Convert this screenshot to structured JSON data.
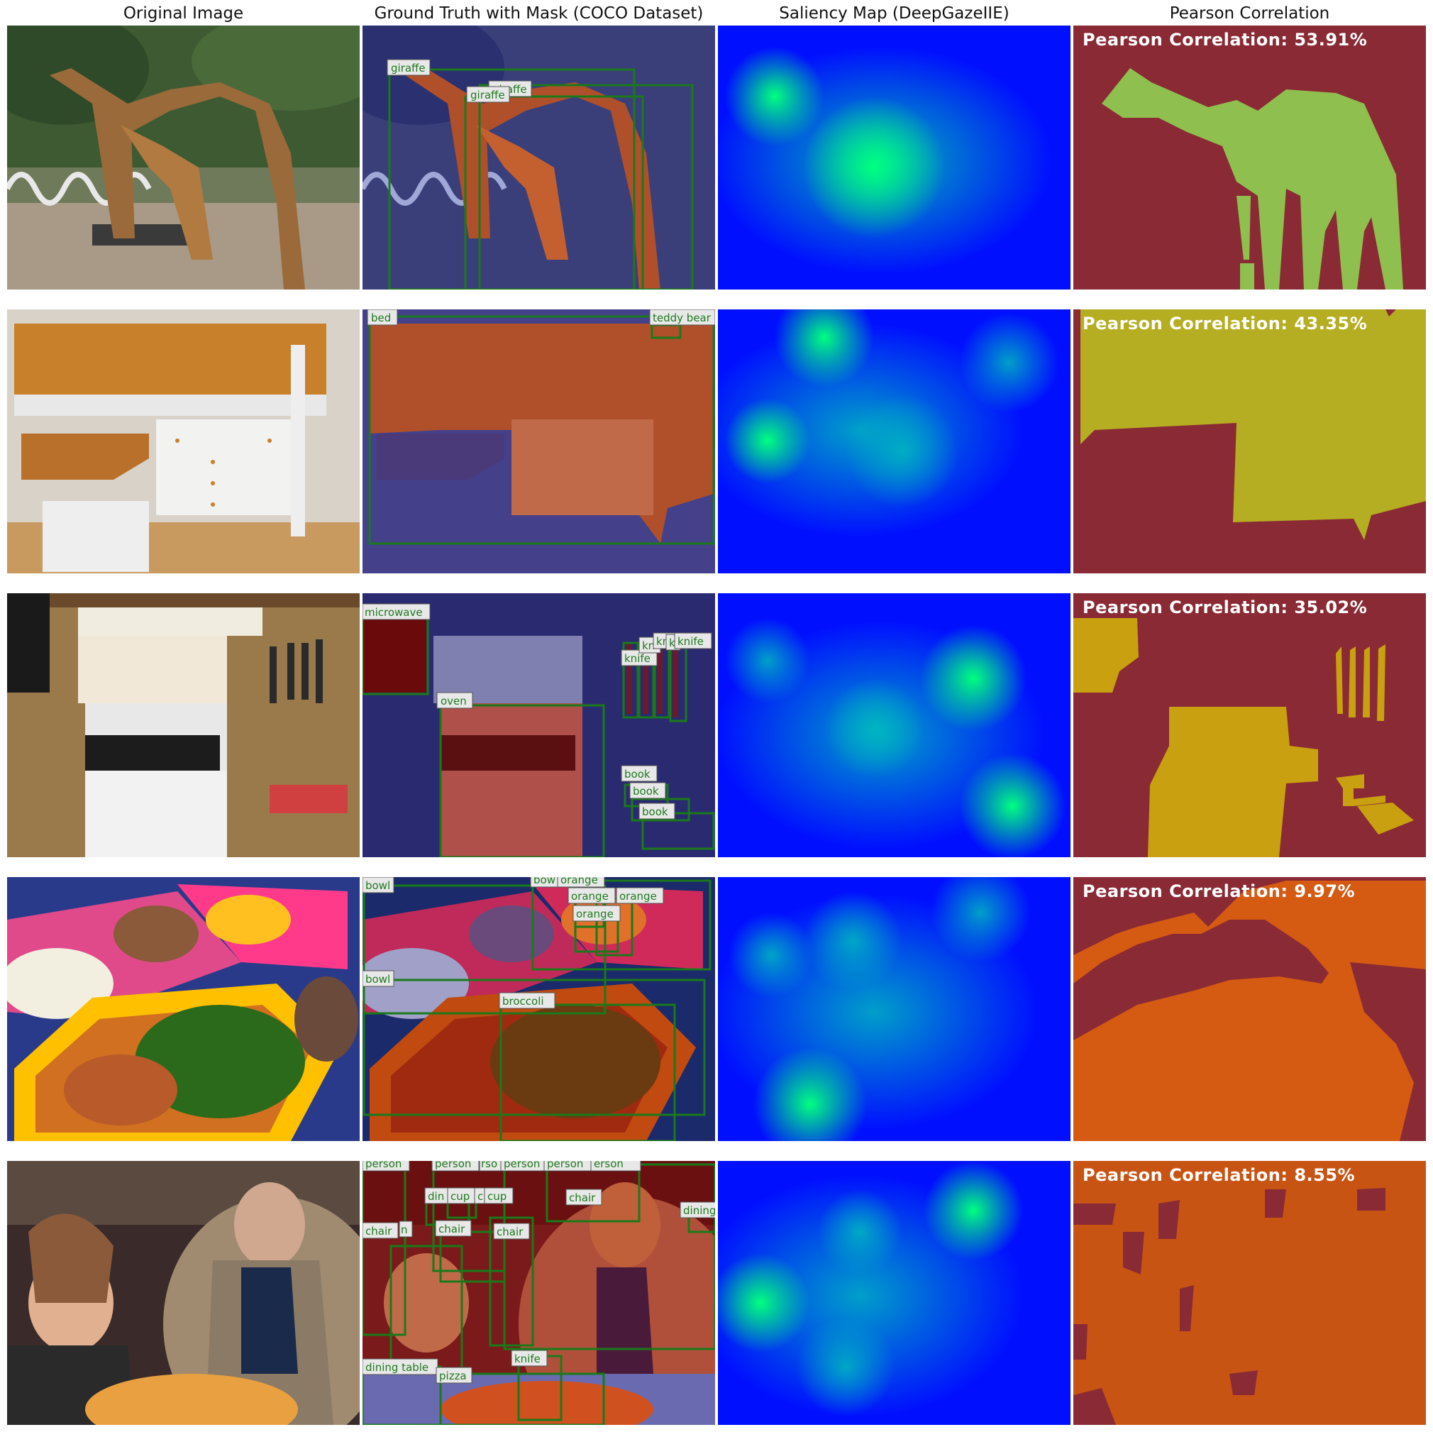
{
  "columns": [
    "Original Image",
    "Ground Truth with Mask (COCO Dataset)",
    "Saliency Map (DeepGazeIIE)",
    "Pearson Correlation"
  ],
  "rows": [
    {
      "scene": "giraffes",
      "labels": [
        "giraffe",
        "giraffe",
        "giraffe"
      ],
      "correlation_text": "Pearson Correlation: 53.91%",
      "correlation": 53.91,
      "mask_color": "#8fbf4f"
    },
    {
      "scene": "bedroom",
      "labels": [
        "bed",
        "teddy bear"
      ],
      "correlation_text": "Pearson Correlation: 43.35%",
      "correlation": 43.35,
      "mask_color": "#b5ad22"
    },
    {
      "scene": "kitchen",
      "labels": [
        "microwave",
        "oven",
        "knife",
        "kn",
        "kn",
        "k",
        "knife",
        "book",
        "book",
        "book"
      ],
      "correlation_text": "Pearson Correlation: 35.02%",
      "correlation": 35.02,
      "mask_color": "#c9a010"
    },
    {
      "scene": "lunchbox",
      "labels": [
        "bowl",
        "bow",
        "orange",
        "orange",
        "orange",
        "orange",
        "bowl",
        "broccoli"
      ],
      "correlation_text": "Pearson Correlation: 9.97%",
      "correlation": 9.97,
      "mask_color": "#d55a12"
    },
    {
      "scene": "restaurant",
      "labels": [
        "person",
        "person",
        "rso",
        "person",
        "person",
        "erson",
        "din",
        "cup",
        "c",
        "cup",
        "chair",
        "chair",
        "chair",
        "chair",
        "dining",
        "n",
        "dining table",
        "pizza",
        "knife"
      ],
      "correlation_text": "Pearson Correlation: 8.55%",
      "correlation": 8.55,
      "mask_color": "#c85414"
    }
  ],
  "colors": {
    "background_mask": "#8a2a35",
    "saliency_low": "#0010ff",
    "saliency_high": "#00ff80",
    "box": "#1a7a1a",
    "label_text": "#1f7a1f"
  }
}
